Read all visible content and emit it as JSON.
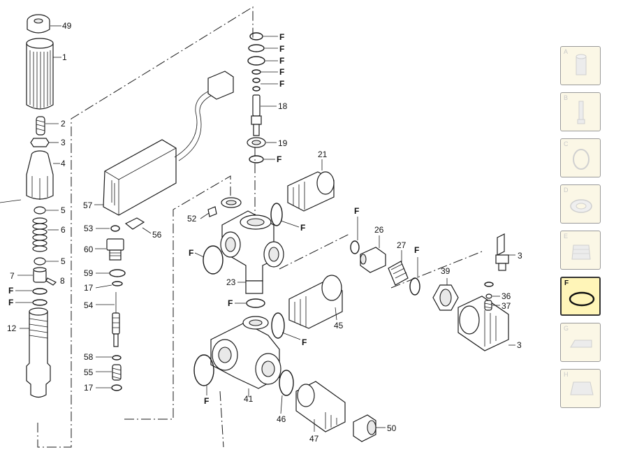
{
  "labels": {
    "p49": "49",
    "p1": "1",
    "p2": "2",
    "p3a": "3",
    "p4": "4",
    "p5a": "5",
    "p6": "6",
    "p5b": "5",
    "p7": "7",
    "p8": "8",
    "fl1": "F",
    "fl2": "F",
    "p12": "12",
    "p57": "57",
    "p53": "53",
    "p60": "60",
    "p59": "59",
    "p17a": "17",
    "p54": "54",
    "p58": "58",
    "p55": "55",
    "p17b": "17",
    "p56": "56",
    "ft1": "F",
    "ft2": "F",
    "ft3": "F",
    "ft4": "F",
    "ft5": "F",
    "p18": "18",
    "p19": "19",
    "ft6": "F",
    "p21": "21",
    "p52": "52",
    "fm1": "F",
    "fm2": "F",
    "p23": "23",
    "fm3": "F",
    "p45": "45",
    "fm4": "F",
    "fm5": "F",
    "p41": "41",
    "p46": "46",
    "p47": "47",
    "p50": "50",
    "fr1": "F",
    "p26": "26",
    "p27": "27",
    "fr2": "F",
    "p39": "39",
    "p3b": "3",
    "p36": "36",
    "p37": "37",
    "p3c": "3"
  },
  "sidebar": {
    "items": [
      {
        "letter": "A",
        "icon": "cap-icon",
        "active": false
      },
      {
        "letter": "B",
        "icon": "pin-icon",
        "active": false
      },
      {
        "letter": "C",
        "icon": "o-ring-icon",
        "active": false
      },
      {
        "letter": "D",
        "icon": "seal-icon",
        "active": false
      },
      {
        "letter": "E",
        "icon": "filter-housing-icon",
        "active": false
      },
      {
        "letter": "F",
        "icon": "o-ring-icon",
        "active": true
      },
      {
        "letter": "G",
        "icon": "gasket-icon",
        "active": false
      },
      {
        "letter": "H",
        "icon": "plate-icon",
        "active": false
      }
    ]
  },
  "colors": {
    "active_bg": "#fff5b8",
    "inactive_bg": "#fbf7e6",
    "line": "#1a1a1a"
  }
}
